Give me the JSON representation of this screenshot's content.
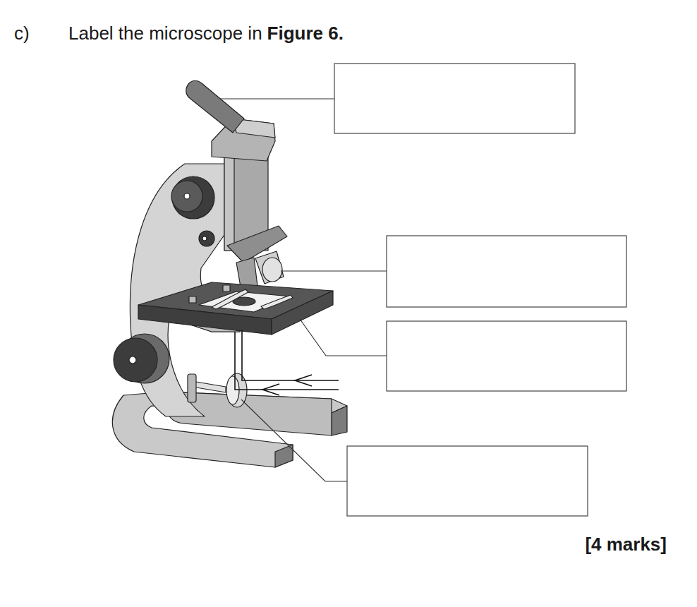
{
  "diagram": {
    "labels": [
      "c)",
      "Label the microscope in",
      "Figure 6.",
      "[4 marks]"
    ]
  }
}
